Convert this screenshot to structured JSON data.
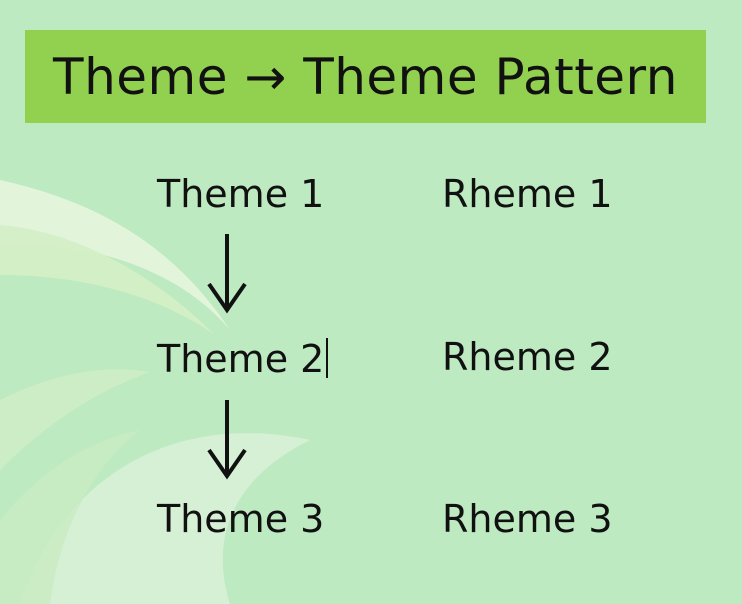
{
  "slide": {
    "title": "Theme → Theme Pattern"
  },
  "themes": [
    "Theme 1",
    "Theme 2",
    "Theme 3"
  ],
  "rhemes": [
    "Rheme 1",
    "Rheme 2",
    "Rheme 3"
  ],
  "colors": {
    "background": "#bdeac0",
    "title_bar": "#92d050",
    "text": "#111111"
  },
  "icons": {
    "arrow": "down-arrow-icon"
  }
}
